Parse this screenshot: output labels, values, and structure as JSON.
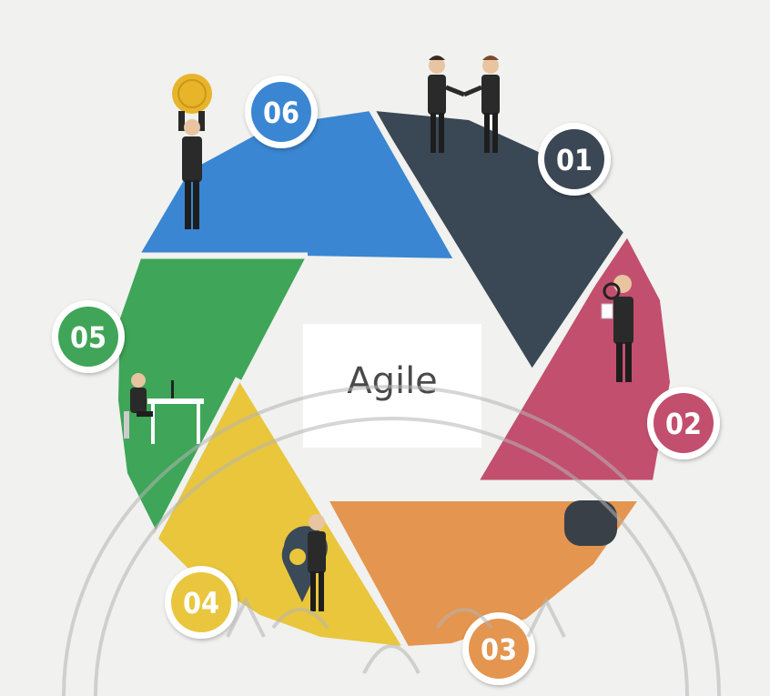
{
  "diagram": {
    "center_label": "Agile",
    "steps": [
      {
        "number": "01",
        "color": "#3a4754",
        "icon": "handshake-icon"
      },
      {
        "number": "02",
        "color": "#c24f6e",
        "icon": "magnifier-person-icon"
      },
      {
        "number": "03",
        "color": "#e4954f",
        "icon": "gear-icon"
      },
      {
        "number": "04",
        "color": "#e9c63c",
        "icon": "location-pin-person-icon"
      },
      {
        "number": "05",
        "color": "#3fa558",
        "icon": "desk-worker-icon"
      },
      {
        "number": "06",
        "color": "#3a86d2",
        "icon": "coin-person-icon"
      }
    ]
  },
  "watermark": {
    "visible": true,
    "color": "#b5b5b5",
    "description_icon": "institution-seal-icon"
  }
}
